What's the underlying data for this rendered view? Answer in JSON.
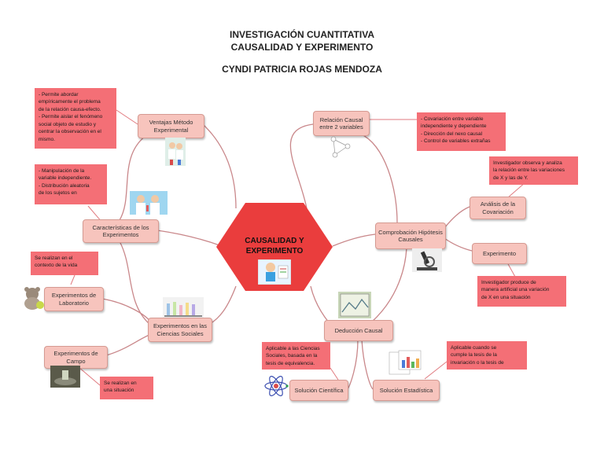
{
  "header": {
    "title_line1": "INVESTIGACIÓN CUANTITATIVA",
    "title_line2": "CAUSALIDAD Y EXPERIMENTO",
    "author": "CYNDI PATRICIA ROJAS MENDOZA"
  },
  "central": {
    "label": "CAUSALIDAD Y EXPERIMENTO"
  },
  "topics": {
    "ventajas": "Ventajas Método Experimental",
    "relacion": "Relación Causal entre 2 variables",
    "caracteristicas": "Características de los Experimentos",
    "comprobacion": "Comprobación Hipótesis Causales",
    "analisis": "Análisis de la Covariación",
    "experimento": "Experimento",
    "exp_laboratorio": "Experimentos de Laboratorio",
    "exp_sociales": "Experimentos en las Ciencias Sociales",
    "exp_campo": "Experimentos de Campo",
    "deduccion": "Deducción Causal",
    "sol_cientifica": "Solución Científica",
    "sol_estadistica": "Solución Estadística"
  },
  "notes": {
    "ventajas": [
      "- Permite abordar",
      "empíricamente el problema",
      "de la relación causa-efecto.",
      "- Permite aislar el fenómeno",
      "social objeto de estudio y",
      "centrar la observación en el",
      "mismo."
    ],
    "relacion": [
      "- Covariación entre variable",
      "independiente y dependiente",
      "- Dirección del nexo causal",
      "- Control de variables extrañas"
    ],
    "caracteristicas": [
      "- Manipulación de la",
      "variable independiente.",
      "- Distribución aleatoria",
      "de los sujetos en"
    ],
    "analisis": [
      "Investigador observa y analiza",
      "la relación entre las variaciones",
      "de X y las de Y."
    ],
    "experimento": [
      "Investigador produce de",
      "manera artificial una variación",
      "de X en una situación"
    ],
    "laboratorio": [
      "Se realizan en el",
      "contexto de la vida"
    ],
    "campo": [
      "Se realizan en",
      "una situación"
    ],
    "cientifica": [
      "Aplicable a las Ciencias",
      "Sociales, basada en la",
      "tesis de equivalencia."
    ],
    "estadistica": [
      "Aplicable cuando se",
      "cumple la tesis de la",
      "invariación o la tesis de"
    ]
  },
  "colors": {
    "central": "#ea3d3d",
    "topic_fill": "#f7c4bd",
    "note_fill": "#f46f76",
    "link": "#c9878a"
  },
  "icons": [
    "lab-children-picture",
    "scientists-picture",
    "causal-graph-icon",
    "microscope-picture",
    "teddy-bear-picture",
    "lab-flasks-picture",
    "field-lab-picture",
    "landscape-picture",
    "chart-documents-picture",
    "atom-icon",
    "student-clipart-picture"
  ]
}
